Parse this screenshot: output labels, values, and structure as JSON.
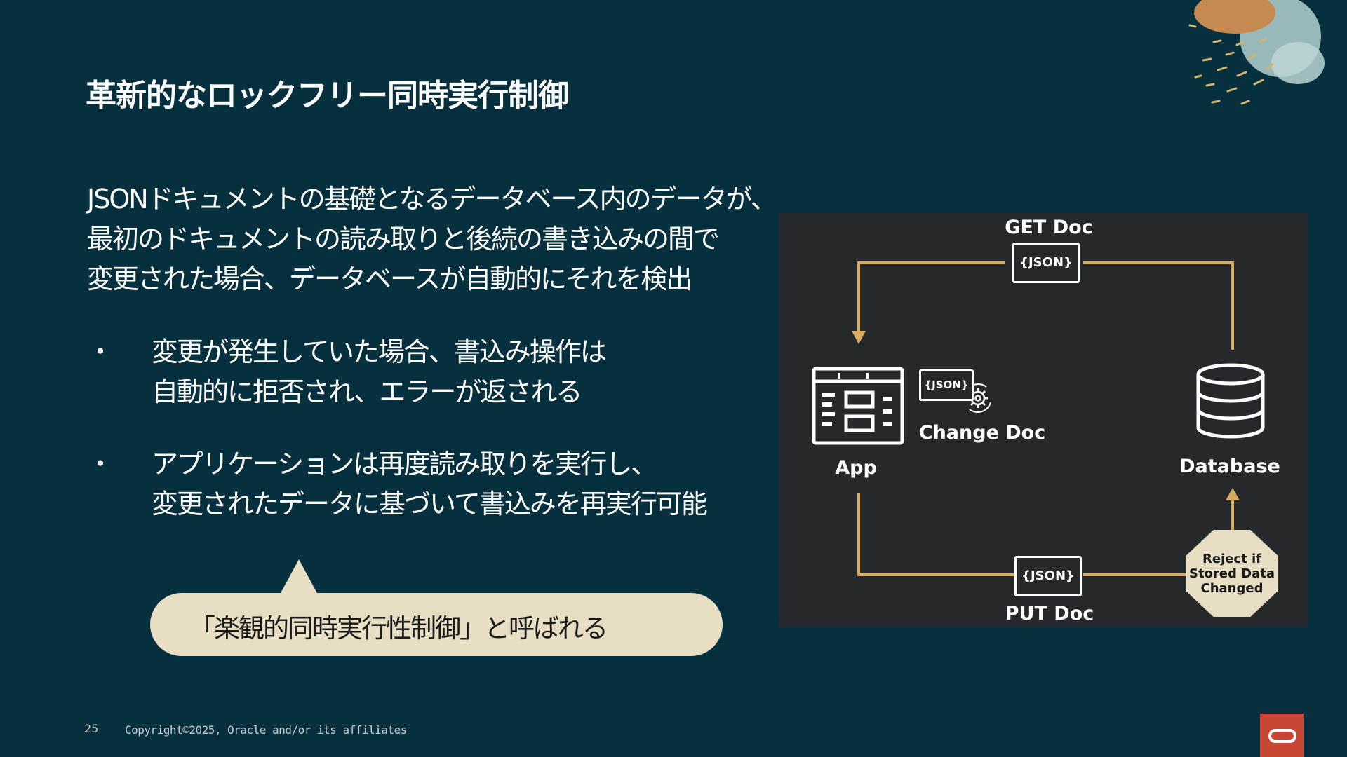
{
  "slide": {
    "title": "革新的なロックフリー同時実行制御",
    "intro_lines": [
      "JSONドキュメントの基礎となるデータベース内のデータが、",
      "最初のドキュメントの読み取りと後続の書き込みの間で",
      "変更された場合、データベースが自動的にそれを検出"
    ],
    "bullets": [
      {
        "marker": "・",
        "lines": [
          "変更が発生していた場合、書込み操作は",
          "自動的に拒否され、エラーが返される"
        ]
      },
      {
        "marker": "・",
        "lines": [
          "アプリケーションは再度読み取りを実行し、",
          "変更されたデータに基づいて書込みを再実行可能"
        ]
      }
    ],
    "callout": "「楽観的同時実行性制御」と呼ばれる",
    "page_number": "25",
    "copyright": "Copyright©2025, Oracle and/or its affiliates"
  },
  "diagram": {
    "get_doc": "GET Doc",
    "put_doc": "PUT Doc",
    "change_doc": "Change Doc",
    "app": "App",
    "database": "Database",
    "json_top": "{JSON}",
    "json_change": "{JSON}",
    "json_bottom": "{JSON}",
    "reject_lines": [
      "Reject if",
      "Stored Data",
      "Changed"
    ]
  },
  "colors": {
    "background": "#06303e",
    "diagram_bg": "#25292c",
    "arrow": "#d9ab62",
    "callout": "#e7dec3",
    "oracle_red": "#c74634"
  },
  "icons": [
    "app-window-icon",
    "database-icon",
    "json-gear-icon",
    "oracle-logo-icon"
  ]
}
